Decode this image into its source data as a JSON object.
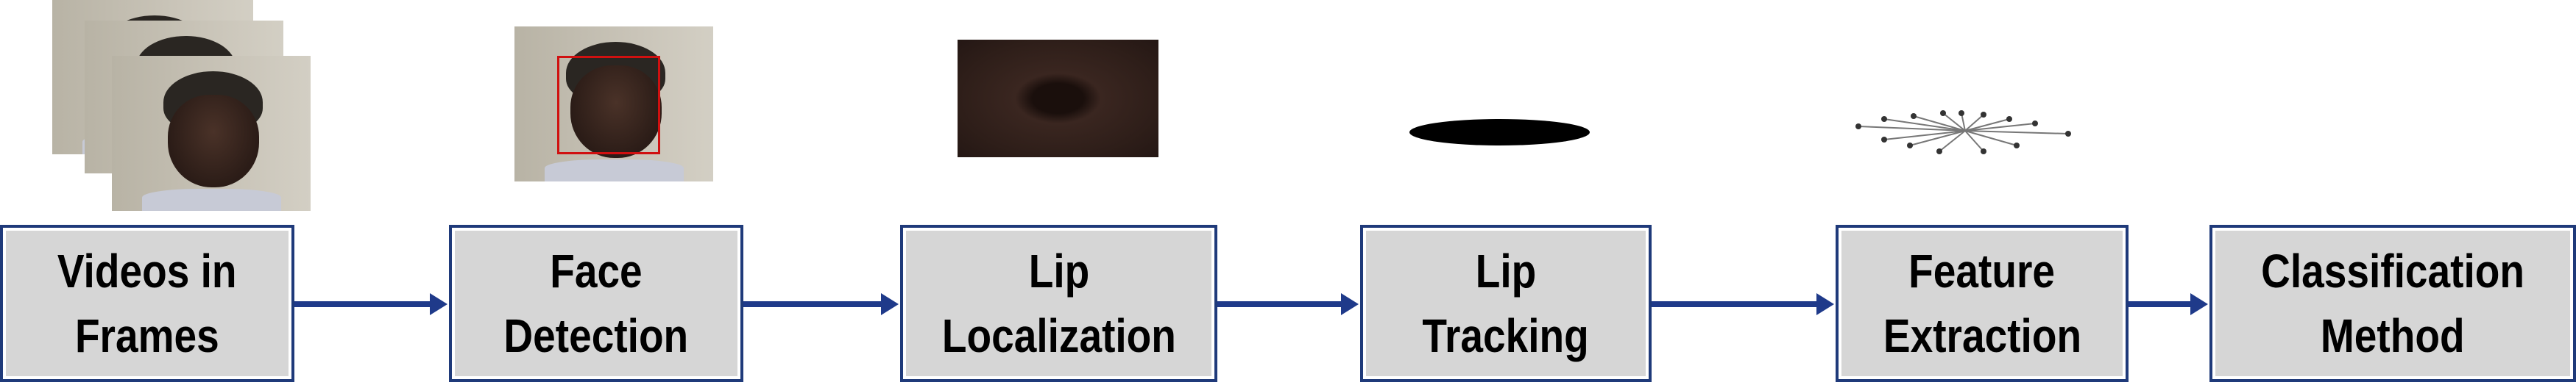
{
  "diagram": {
    "steps": [
      {
        "line1": "Videos in",
        "line2": "Frames"
      },
      {
        "line1": "Face",
        "line2": "Detection"
      },
      {
        "line1": "Lip",
        "line2": "Localization"
      },
      {
        "line1": "Lip",
        "line2": "Tracking"
      },
      {
        "line1": "Feature",
        "line2": "Extraction"
      },
      {
        "line1": "Classification",
        "line2": "Method"
      }
    ],
    "colors": {
      "box_fill": "#d6d6d6",
      "box_border": "#1f3a7a",
      "arrow": "#1f3a8a",
      "face_box": "#d01010"
    }
  }
}
